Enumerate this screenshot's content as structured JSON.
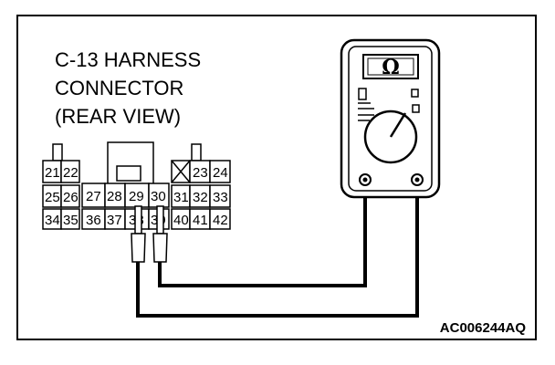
{
  "title_lines": [
    "C-13 HARNESS",
    "CONNECTOR",
    "(REAR VIEW)"
  ],
  "figure_code": "AC006244AQ",
  "meter": {
    "symbol": "Ω",
    "icon": "ohmmeter-icon"
  },
  "connector": {
    "row1": [
      "21",
      "22",
      "",
      "",
      "23",
      "24"
    ],
    "row2": [
      "25",
      "26",
      "27",
      "28",
      "29",
      "30",
      "31",
      "32",
      "33"
    ],
    "row3": [
      "34",
      "35",
      "36",
      "37",
      "38",
      "39",
      "40",
      "41",
      "42"
    ]
  },
  "colors": {
    "line": "#000000",
    "background": "#ffffff"
  }
}
